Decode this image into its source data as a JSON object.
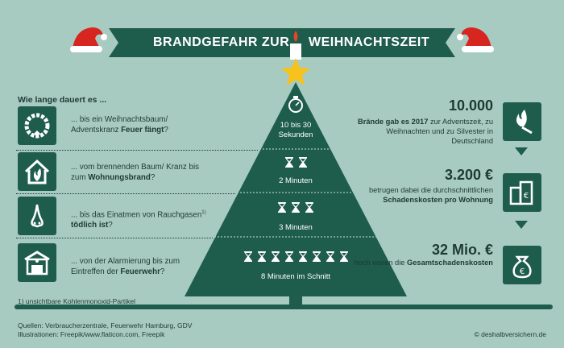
{
  "title": {
    "part1": "BRANDGEFAHR ZUR",
    "part2": "WEIHNACHTSZEIT"
  },
  "question_heading": "Wie lange dauert es ...",
  "questions": [
    {
      "pre": "... bis ein Weihnachtsbaum/ Adventskranz ",
      "bold": "Feuer fängt",
      "post": "?",
      "icon": "wreath-icon"
    },
    {
      "pre": "... vom brennenden Baum/ Kranz bis zum ",
      "bold": "Wohnungsbrand",
      "post": "?",
      "icon": "house-fire-icon"
    },
    {
      "pre": "... bis das Einatmen von Rauchgasen",
      "sup": "1)",
      "bold": " tödlich ist",
      "post": "?",
      "icon": "nose-icon"
    },
    {
      "pre": "... von der Alarmierung bis zum Eintreffen der ",
      "bold": "Feuerwehr",
      "post": "?",
      "icon": "fire-station-icon"
    }
  ],
  "tree": [
    {
      "line1": "10 bis 30",
      "line2": "Sekunden",
      "icon": "stopwatch-icon"
    },
    {
      "line1": "2 Minuten",
      "hourglasses": 2,
      "icon": "hourglass-icon"
    },
    {
      "line1": "3 Minuten",
      "hourglasses": 3,
      "icon": "hourglass-icon"
    },
    {
      "line1": "8 Minuten im Schnitt",
      "hourglasses": 8,
      "icon": "hourglass-icon"
    }
  ],
  "stats": [
    {
      "num": "10.000",
      "pre": "",
      "bold": "Brände gab es 2017",
      "post": " zur Adventszeit, zu Weihnachten und zu Silvester in Deutschland",
      "icon": "match-fire-icon"
    },
    {
      "num": "3.200 €",
      "pre": "betrugen dabei die durchschnittlichen ",
      "bold": "Schadenskosten pro Wohnung",
      "post": "",
      "icon": "building-euro-icon"
    },
    {
      "num": "32 Mio. €",
      "pre": "hoch waren die ",
      "bold": "Gesamtschadenskosten",
      "post": "",
      "icon": "money-bag-icon"
    }
  ],
  "footnote": "1) unsichtbare Kohlenmonoxid-Partikel",
  "sources": "Quellen: Verbraucherzentrale, Feuerwehr Hamburg, GDV",
  "illustrations": "Illustrationen: Freepik/www.flaticon.com, Freepik",
  "brand": "© deshalbversichern.de",
  "colors": {
    "background": "#a8cbc1",
    "primary": "#1e5c4c",
    "text": "#1d3a33",
    "star": "#f6c21b",
    "hat_red": "#d6261f"
  }
}
